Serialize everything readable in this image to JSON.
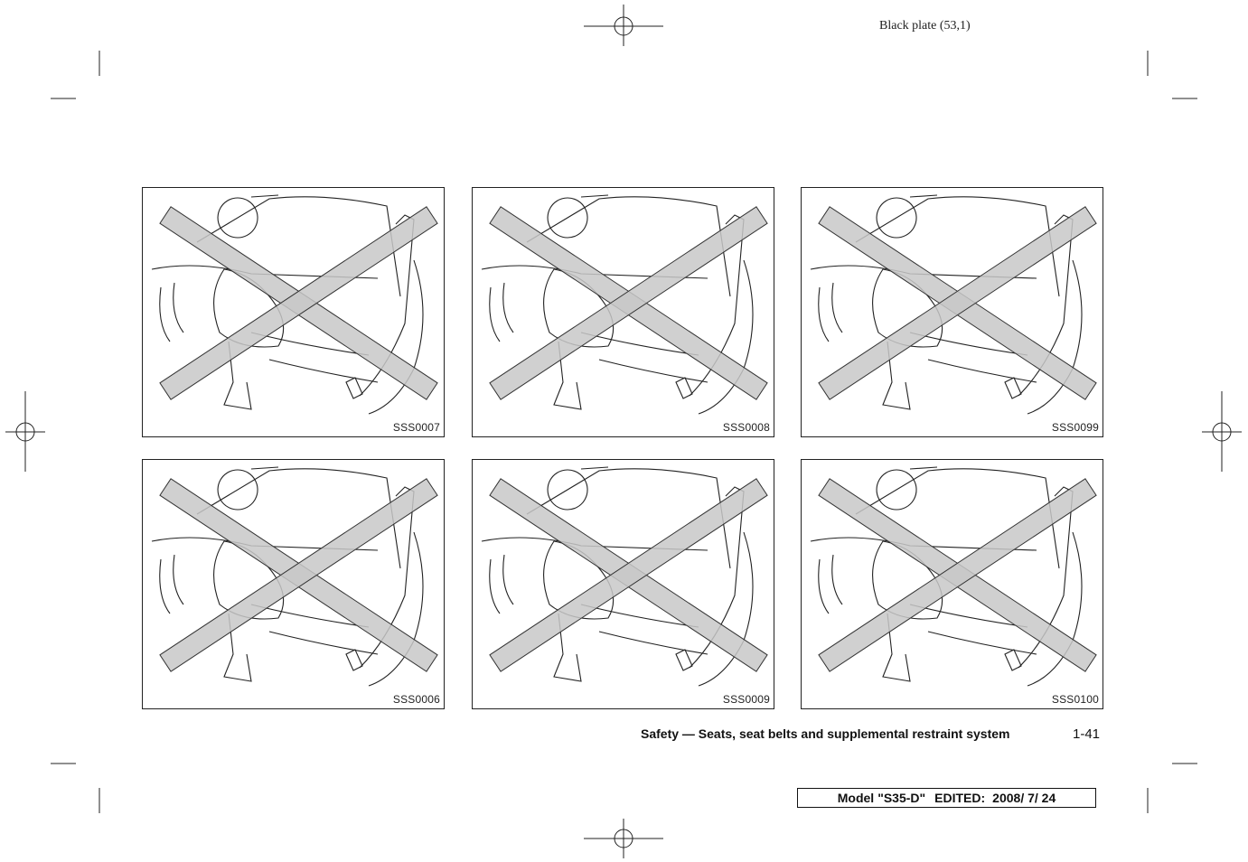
{
  "header": {
    "plate": "Black plate (53,1)"
  },
  "figures": [
    {
      "code": "SSS0007",
      "icon": "child-standing-prohibited-icon"
    },
    {
      "code": "SSS0008",
      "icon": "child-leaning-dash-prohibited-icon"
    },
    {
      "code": "SSS0099",
      "icon": "child-on-lap-prohibited-icon"
    },
    {
      "code": "SSS0006",
      "icon": "child-kneeling-prohibited-icon"
    },
    {
      "code": "SSS0009",
      "icon": "child-hanging-out-prohibited-icon"
    },
    {
      "code": "SSS0100",
      "icon": "child-seat-airbag-prohibited-icon"
    }
  ],
  "footer": {
    "section_title": "Safety — Seats, seat belts and supplemental restraint system",
    "page_number": "1-41"
  },
  "model": {
    "label": "Model",
    "code": "\"S35-D\"",
    "edited_label": "EDITED:",
    "edited_date": "2008/ 7/ 24"
  },
  "colors": {
    "ink": "#111111",
    "cross_fill": "#c8c8c8"
  }
}
